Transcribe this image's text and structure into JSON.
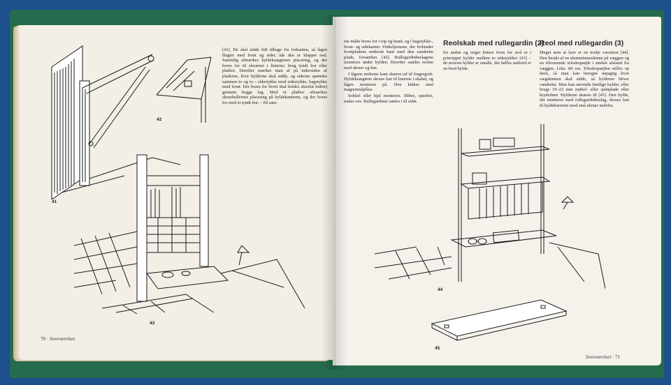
{
  "book": {
    "left_page": {
      "column_text": [
        "[41]. De skal sidde lidt tilbage fra forkanten, så lågen flugter med front og sider, når den er klappet ned. Samtidig afmærkes hyldeknægtenes placering, og der bores for til skruerne i listerne; brug tyndt bor eller platbor. Derefter mærker man af på indersiden af pladerne, hvor hylderne skal sidde, og siderne spændes sammen to og to – sidestykke mod sidestykke, bagstykke mod front. Der bores for hvert skal holdes absolut lodret) gennem begge lag. Med et platbor afmærkes skruehullernes placering på hyldekanterne, og der bores for med et tyndt bor. – På sam-"
      ],
      "figures": {
        "fig41": "41",
        "fig42": "42",
        "fig43": "43"
      },
      "folio_number": "70",
      "folio_section": "Soveværelset"
    },
    "right_page": {
      "column1_text": [
        "me måde bores for i top og bund, og i bagstykke-, front- og sidekanter. Vinkeljernene, der forbinder frontpladens nederste kant med den vandrette plade, forsænkes [42]. Rullegardinbeslagene monteres under hylden. Derefter samles reolen med skruer og lim.",
        "I lågens nederste kant skæres ud til fingergreb. Hyldeknægtene skrues fast til listerne i skabet, og lågen monteres på. Den lukkes med magnetsnåplåse.",
        "Sokkel eller hjul monteres. Slibes, spartles, males osv. Rullegardinet sættes i til sidst."
      ],
      "heading2": "Reolskab med rullegardin (2)",
      "column2_text": [
        "En anden og noget lettere form for reol er i princippet hylder mellem to sidestykker [43] – de øverste hylder er smalle, det fælles natbord er en bred hylde."
      ],
      "heading3": "Reol med rullegardin (3)",
      "column3_text": [
        "Meget nem at lave er en tredje variation [44]. Den består af en aluminiumsskinne på væggen og en tilsvarende teleskopsøjle i ønsket afstand fra væggen, f.eks. 80 cm. Teleskopsøjlen stilles op først, så man kan beregne nøjagtig hvor vægskinnen skal sidde, så hylderne bliver vandrette. Man kan anvende færdige hylder, eller bruge 19–22 mm møbel- eller spånplade eller krydsfiner. Hylderne skæres til [45]. Den hylde, der monteres med rullegardinbeslag, skrues fast til hyldebærerne med små skruer nedefra."
      ],
      "figures": {
        "fig44": "44",
        "fig45": "45"
      },
      "folio_section": "Soveværelset",
      "folio_number": "71"
    }
  }
}
